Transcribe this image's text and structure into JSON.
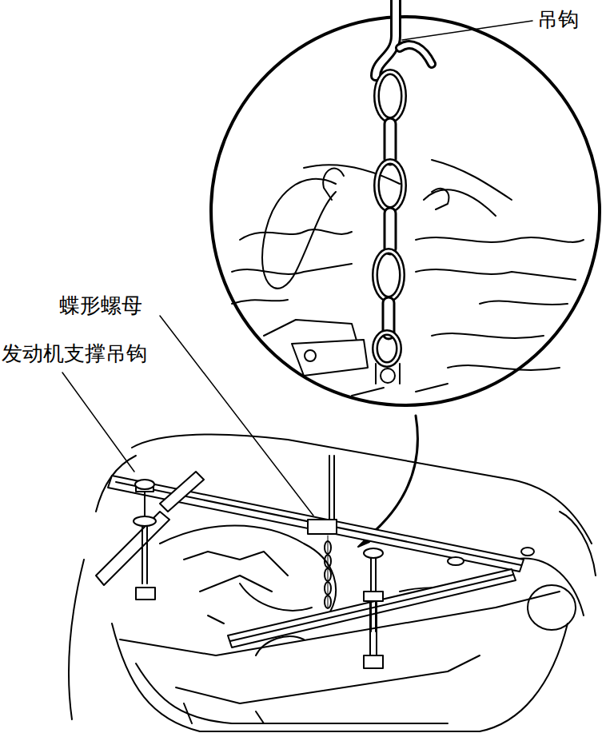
{
  "diagram": {
    "labels": [
      "吊钩",
      "蝶形螺母",
      "发动机支撑吊钩"
    ]
  }
}
